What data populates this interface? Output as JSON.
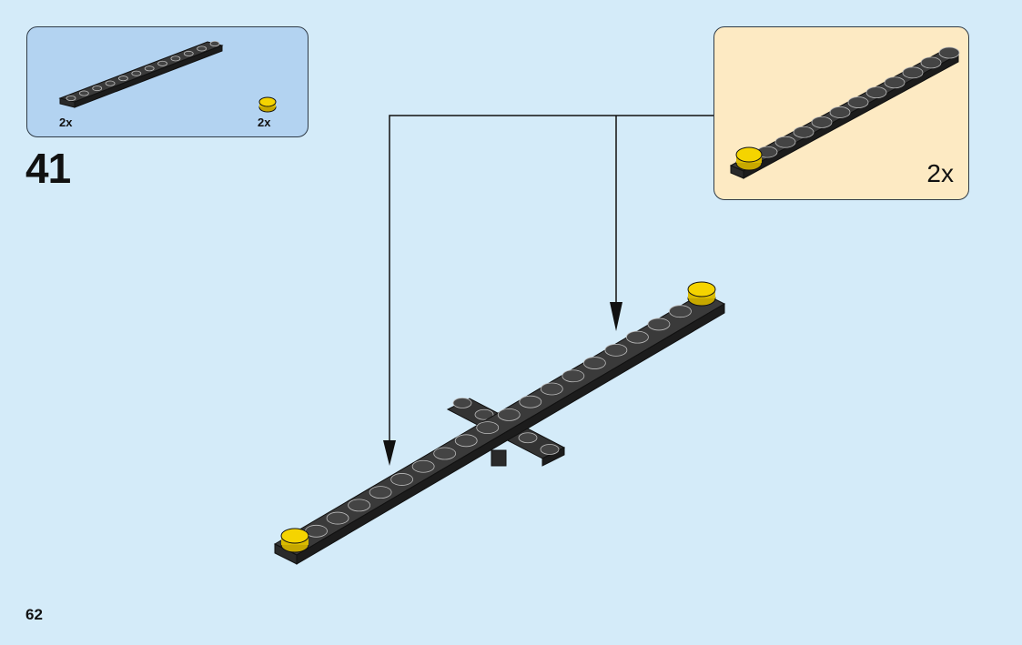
{
  "parts_list": {
    "items": [
      {
        "part": "black-1x12-plate",
        "quantity": "2x"
      },
      {
        "part": "yellow-round-1x1-plate",
        "quantity": "2x"
      }
    ]
  },
  "step": {
    "number": "41"
  },
  "callout": {
    "quantity": "2x"
  },
  "colors": {
    "background": "#d4ebf9",
    "parts_box": "#b3d3f1",
    "callout_box": "#fdeac3",
    "brick_black": "#2a2a2a",
    "brick_yellow": "#f5d400"
  },
  "page": {
    "number": "62"
  }
}
